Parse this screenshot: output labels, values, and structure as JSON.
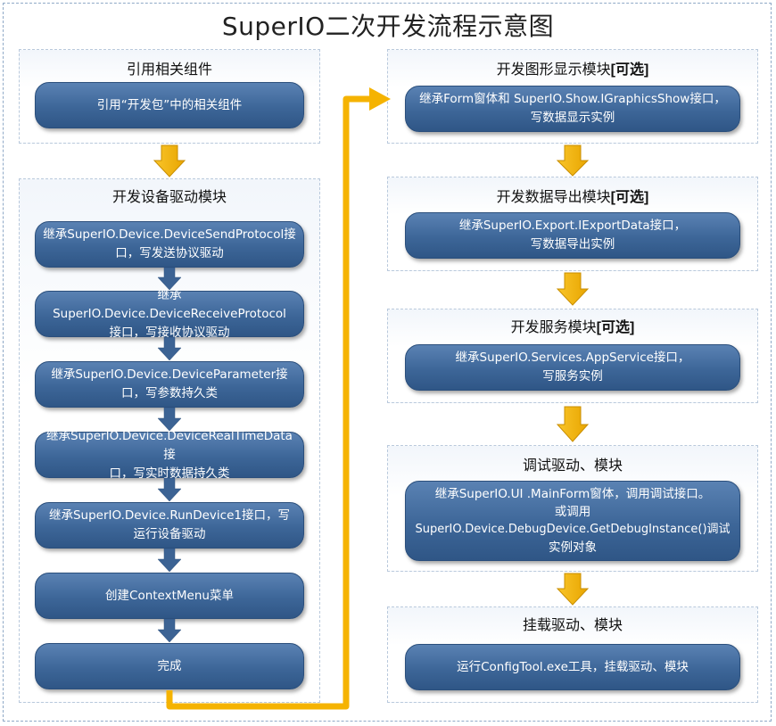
{
  "title": "SuperIO二次开发流程示意图",
  "left": {
    "ref_section": {
      "title": "引用相关组件",
      "node": "引用“开发包”中的相关组件"
    },
    "driver_section": {
      "title": "开发设备驱动模块",
      "nodes": [
        {
          "line1": "继承SuperIO.Device.DeviceSendProtocol接",
          "line2": "口，写发送协议驱动"
        },
        {
          "line1": "继承SuperIO.Device.DeviceReceiveProtocol",
          "line2": "接口，写接收协议驱动"
        },
        {
          "line1": "继承SuperIO.Device.DeviceParameter接",
          "line2": "口，写参数持久类"
        },
        {
          "line1": "继承SuperIO.Device.DeviceRealTimeData接",
          "line2": "口，写实时数据持久类"
        },
        {
          "line1": "继承SuperIO.Device.RunDevice1接口，写",
          "line2": "运行设备驱动"
        },
        {
          "line1": "创建ContextMenu菜单",
          "line2": ""
        },
        {
          "line1": "完成",
          "line2": ""
        }
      ]
    }
  },
  "right": {
    "sections": [
      {
        "title": "开发图形显示模块",
        "tag": "[可选]",
        "lines": [
          "继承Form窗体和 SuperIO.Show.IGraphicsShow接口，",
          "写数据显示实例"
        ]
      },
      {
        "title": "开发数据导出模块",
        "tag": "[可选]",
        "lines": [
          "继承SuperIO.Export.IExportData接口，",
          "写数据导出实例"
        ]
      },
      {
        "title": "开发服务模块",
        "tag": "[可选]",
        "lines": [
          "继承SuperIO.Services.AppService接口，",
          "写服务实例"
        ]
      },
      {
        "title": "调试驱动、模块",
        "tag": "",
        "lines": [
          "继承SuperIO.UI .MainForm窗体，调用调试接口。",
          "或调用",
          "SuperIO.Device.DebugDevice.GetDebugInstance()调试",
          "实例对象"
        ]
      },
      {
        "title": "挂载驱动、模块",
        "tag": "",
        "lines": [
          "运行ConfigTool.exe工具，挂载驱动、模块"
        ]
      }
    ]
  },
  "colors": {
    "node_fill": "#3d6698",
    "gold_arrow": "#f5b301",
    "small_arrow": "#3c6394"
  }
}
